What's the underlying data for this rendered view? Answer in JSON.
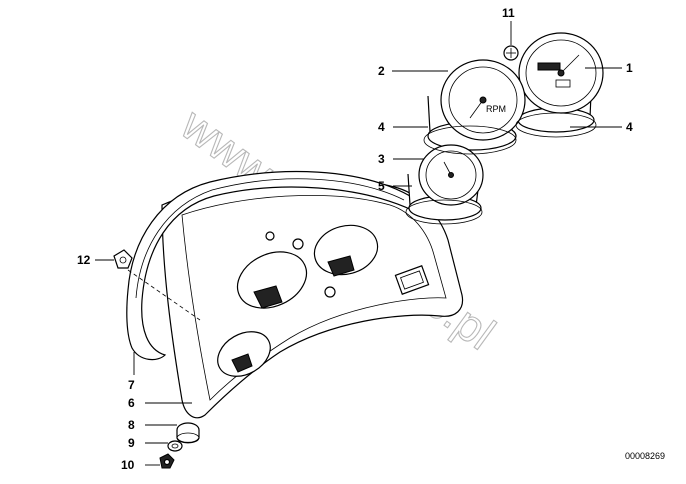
{
  "diagram": {
    "watermark": "www.BMWstore.pl",
    "reference_code": "00008269",
    "callouts": [
      {
        "id": "1",
        "label": "1"
      },
      {
        "id": "2",
        "label": "2"
      },
      {
        "id": "3",
        "label": "3"
      },
      {
        "id": "4a",
        "label": "4"
      },
      {
        "id": "4b",
        "label": "4"
      },
      {
        "id": "5",
        "label": "5"
      },
      {
        "id": "6",
        "label": "6"
      },
      {
        "id": "7",
        "label": "7"
      },
      {
        "id": "8",
        "label": "8"
      },
      {
        "id": "9",
        "label": "9"
      },
      {
        "id": "10",
        "label": "10"
      },
      {
        "id": "11",
        "label": "11"
      },
      {
        "id": "12",
        "label": "12"
      }
    ]
  }
}
